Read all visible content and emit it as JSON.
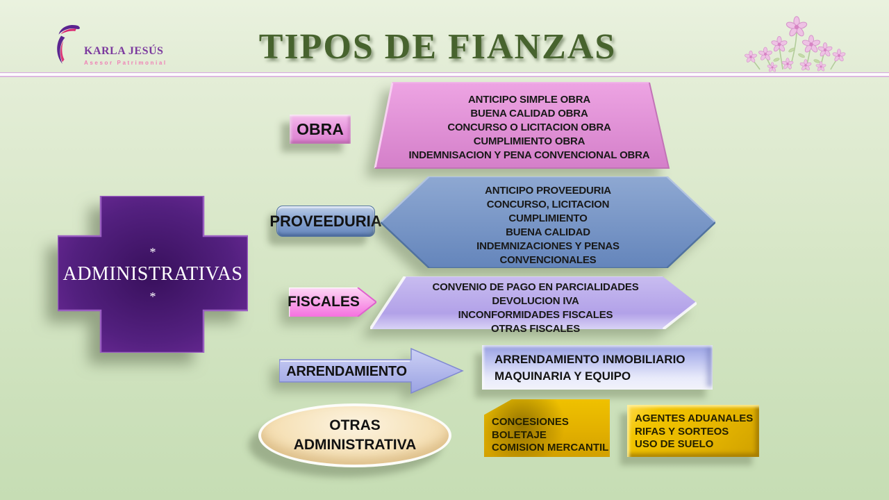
{
  "header": {
    "brand_name": "KARLA JESÚS",
    "brand_tagline": "Asesor Patrimonial",
    "title": "TIPOS DE FIANZAS"
  },
  "center": {
    "label": "ADMINISTRATIVAS",
    "mark_top": "*",
    "mark_bottom": "*"
  },
  "branches": {
    "obra": {
      "label": "OBRA",
      "items": [
        "ANTICIPO SIMPLE OBRA",
        "BUENA CALIDAD OBRA",
        "CONCURSO O LICITACION OBRA",
        "CUMPLIMIENTO OBRA",
        "INDEMNISACION Y PENA CONVENCIONAL OBRA"
      ]
    },
    "proveeduria": {
      "label": "PROVEEDURIA",
      "items": [
        "ANTICIPO PROVEEDURIA",
        "CONCURSO, LICITACION",
        "CUMPLIMIENTO",
        "BUENA CALIDAD",
        "INDEMNIZACIONES Y PENAS",
        "CONVENCIONALES"
      ]
    },
    "fiscales": {
      "label": "FISCALES",
      "items": [
        "CONVENIO DE PAGO EN PARCIALIDADES",
        "DEVOLUCION IVA",
        "INCONFORMIDADES FISCALES",
        "OTRAS FISCALES"
      ]
    },
    "arrendamiento": {
      "label": "ARRENDAMIENTO",
      "items": [
        "ARRENDAMIENTO INMOBILIARIO",
        "MAQUINARIA Y EQUIPO"
      ]
    },
    "otras": {
      "label_line1": "OTRAS",
      "label_line2": "ADMINISTRATIVA",
      "box1_items": [
        "CONCESIONES",
        "BOLETAJE",
        "COMISION MERCANTIL"
      ],
      "box2_items": [
        "AGENTES ADUANALES",
        "RIFAS Y SORTEOS",
        "USO DE SUELO"
      ]
    }
  },
  "palette": {
    "title_green": "#47632e",
    "brand_purple": "#7b3a9e",
    "brand_pink": "#ef7fb5",
    "cross_purple": "#53207f",
    "obra_pink": "#e08fd6",
    "proveeduria_blue": "#7492c5",
    "fiscales_pink": "#f781e3",
    "lavender": "#b7a7e8",
    "gold": "#e2b000",
    "cream": "#f4e0b7"
  }
}
